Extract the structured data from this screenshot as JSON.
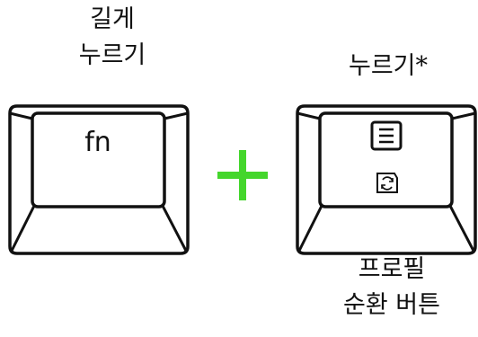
{
  "left_label": {
    "line1": "길게",
    "line2": "누르기"
  },
  "left_key": {
    "label": "fn"
  },
  "operator": {
    "symbol": "+",
    "color": "#44d62c"
  },
  "right_top_label": "누르기*",
  "right_key": {
    "top_icon": "menu-list-icon",
    "bottom_icon": "profile-cycle-icon"
  },
  "right_bottom_label": {
    "line1": "프로필",
    "line2": "순환 버튼"
  }
}
